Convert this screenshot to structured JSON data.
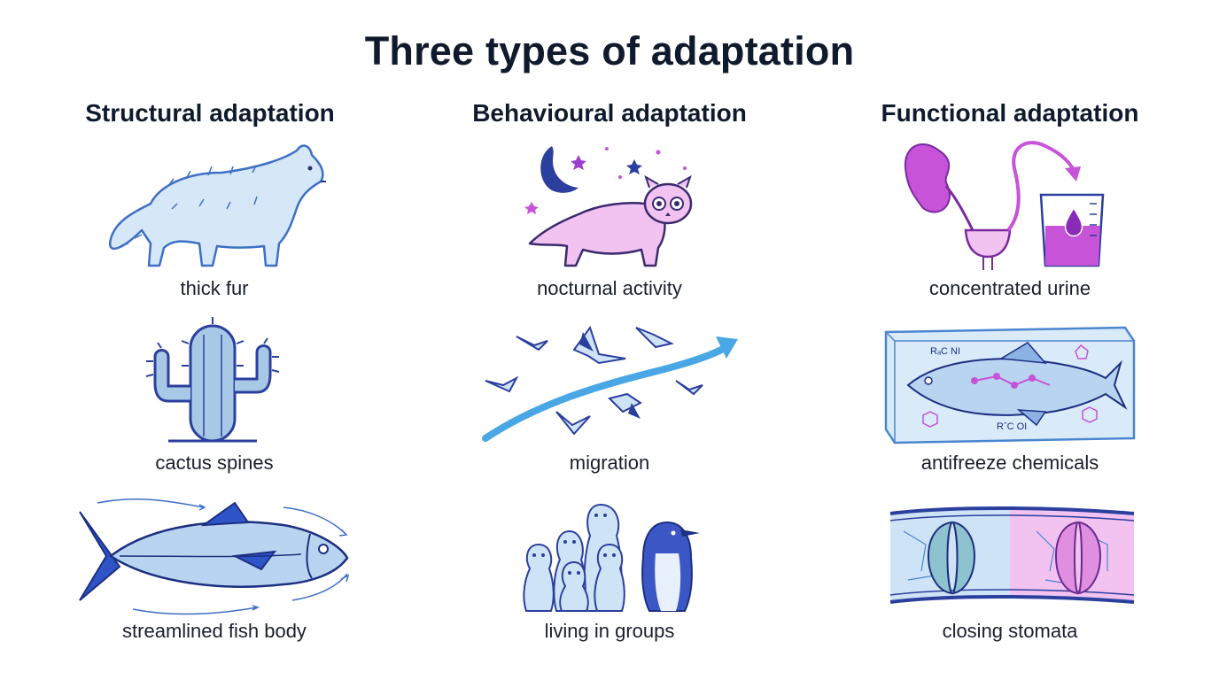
{
  "title": "Three types of adaptation",
  "columns": [
    {
      "heading": "Structural adaptation",
      "items": [
        "thick fur",
        "cactus spines",
        "streamlined fish body"
      ]
    },
    {
      "heading": "Behavioural adaptation",
      "items": [
        "nocturnal activity",
        "migration",
        "living in groups"
      ]
    },
    {
      "heading": "Functional adaptation",
      "items": [
        "concentrated urine",
        "antifreeze chemicals",
        "closing stomata"
      ]
    }
  ],
  "icons": {
    "thick_fur": "arctic-fox-icon",
    "cactus_spines": "cactus-icon",
    "fish_body": "tuna-icon",
    "nocturnal": "night-animal-icon",
    "migration": "migrating-birds-icon",
    "groups": "meerkats-penguins-icon",
    "urine": "kidney-beaker-icon",
    "antifreeze": "fish-in-ice-icon",
    "stomata": "stomata-icon"
  },
  "antifreeze_labels": {
    "top": "RₐC NI",
    "bottom": "RˆC OI"
  },
  "colors": {
    "blue_light": "#cfe3f7",
    "blue_dark": "#2b3f9e",
    "purple": "#c653d8",
    "pink_light": "#f2c2f0",
    "arrow_blue": "#49a7e6"
  }
}
